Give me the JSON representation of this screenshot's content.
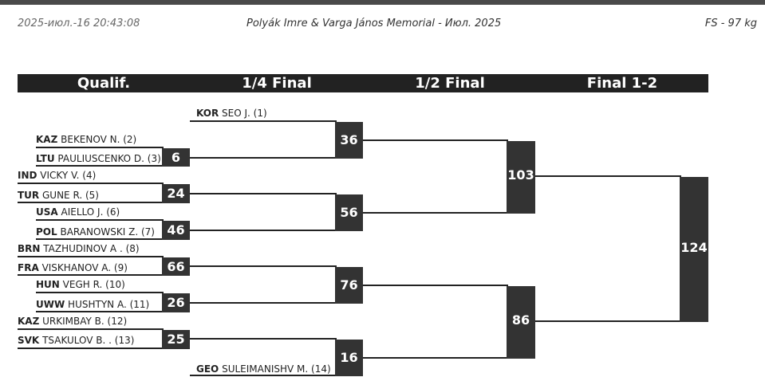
{
  "header": {
    "datetime": "2025-июл.-16 20:43:08",
    "title": "Polyák Imre & Varga János Memorial - Июл. 2025",
    "weight": "FS - 97 kg"
  },
  "rounds": [
    "Qualif.",
    "1/4 Final",
    "1/2 Final",
    "Final 1-2"
  ],
  "athletes": [
    {
      "country": "KOR",
      "name": "SEO J. (1)"
    },
    {
      "country": "KAZ",
      "name": "BEKENOV N. (2)"
    },
    {
      "country": "LTU",
      "name": "PAULIUSCENKO D. (3)"
    },
    {
      "country": "IND",
      "name": "VICKY V. (4)"
    },
    {
      "country": "TUR",
      "name": "GUNE R. (5)"
    },
    {
      "country": "USA",
      "name": "AIELLO J. (6)"
    },
    {
      "country": "POL",
      "name": "BARANOWSKI Z. (7)"
    },
    {
      "country": "BRN",
      "name": "TAZHUDINOV A . (8)"
    },
    {
      "country": "FRA",
      "name": "VISKHANOV A. (9)"
    },
    {
      "country": "HUN",
      "name": "VEGH R. (10)"
    },
    {
      "country": "UWW",
      "name": "HUSHTYN A. (11)"
    },
    {
      "country": "KAZ",
      "name": "URKIMBAY B. (12)"
    },
    {
      "country": "SVK",
      "name": "TSAKULOV B. . (13)"
    },
    {
      "country": "GEO",
      "name": "SULEIMANISHV M. (14)"
    }
  ],
  "scores": {
    "qualif": [
      "6",
      "24",
      "46",
      "66",
      "26",
      "25"
    ],
    "quarter": [
      "36",
      "56",
      "76",
      "16"
    ],
    "semi": [
      "103",
      "86"
    ],
    "final": "124"
  }
}
